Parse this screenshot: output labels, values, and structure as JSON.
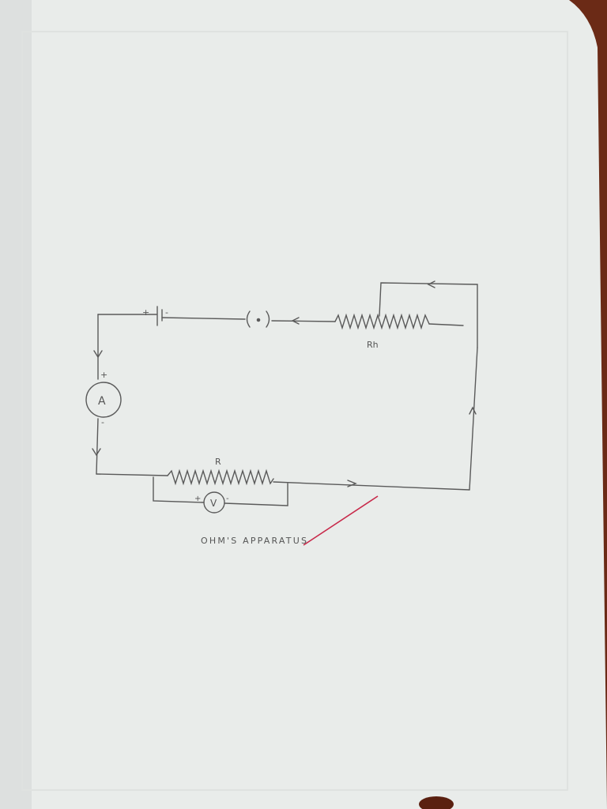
{
  "diagram": {
    "title": "OHM'S APPARATUS",
    "labels": {
      "ammeter": "A",
      "voltmeter": "V",
      "rheostat": "Rh",
      "resistor": "R",
      "plus": "+",
      "minus": "-"
    }
  },
  "colors": {
    "page": "#e9ecea",
    "ink": "#5a5a5a",
    "check_mark": "#c8294a",
    "background": "#6b2a16"
  }
}
